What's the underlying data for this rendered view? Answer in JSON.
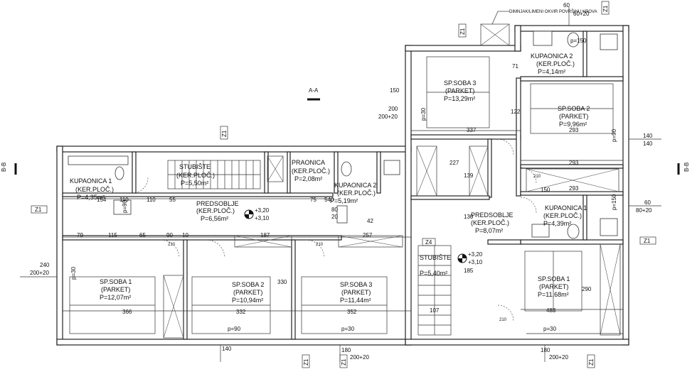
{
  "rooms": {
    "kupaonica1_left": {
      "name": "KUPAONICA 1",
      "finish": "(KER.PLOČ.)",
      "area": "P=4,35m²"
    },
    "stubiste_top": {
      "name": "STUBIŠTE",
      "finish": "(KER.PLOČ.)",
      "area": "P=5,50m²"
    },
    "praonica": {
      "name": "PRAONICA",
      "finish": "(KER.PLOČ.)",
      "area": "P=2,08m²"
    },
    "kupaonica2_mid": {
      "name": "KUPAONICA 2",
      "finish": "(KER.PLOČ.)",
      "area": "P=5,19m²"
    },
    "predsoblje_left": {
      "name": "PREDSOBLJE",
      "finish": "(KER.PLOČ.)",
      "area": "P=6,56m²"
    },
    "soba3_top": {
      "name": "SP.SOBA 3",
      "finish": "(PARKET)",
      "area": "P=13,29m²"
    },
    "kupaonica2_top": {
      "name": "KUPAONICA 2",
      "finish": "(KER.PLOČ.)",
      "area": "P=4,14m²"
    },
    "soba2_right": {
      "name": "SP.SOBA 2",
      "finish": "(PARKET)",
      "area": "P=9,96m²"
    },
    "predsoblje_right": {
      "name": "PREDSOBLJE",
      "finish": "(KER.PLOČ.)",
      "area": "P=8,07m²"
    },
    "kupaonica1_right": {
      "name": "KUPAONICA 1",
      "finish": "(KER.PLOČ.)",
      "area": "P=4,39m²"
    },
    "stubiste_bottom": {
      "name": "STUBIŠTE",
      "area": "P=5,40m²"
    },
    "soba1_left": {
      "name": "SP.SOBA 1",
      "finish": "(PARKET)",
      "area": "P=12,07m²"
    },
    "soba2_bottom": {
      "name": "SP.SOBA 2",
      "finish": "(PARKET)",
      "area": "P=10,94m²"
    },
    "soba3_bottom": {
      "name": "SP.SOBA 3",
      "finish": "(PARKET)",
      "area": "P=11,44m²"
    },
    "soba1_right": {
      "name": "SP.SOBA 1",
      "finish": "(PARKET)",
      "area": "P=11,68m²"
    }
  },
  "levels": {
    "left_upper": "+3,20",
    "left_lower": "+3,10",
    "right_upper": "+3,20",
    "right_lower": "+3,10"
  },
  "section_marks": {
    "aa": "A-A",
    "bb_left": "B-B",
    "bb_right": "B-B"
  },
  "window_tags": {
    "z1_left": "Z1",
    "z1_right": "Z1",
    "z1_top_a": "Z1",
    "z1_top_b": "Z1",
    "z1_mid": "Z1",
    "z1_bottom_a": "Z1",
    "z1_bottom_b": "Z1",
    "z1_bottom_c": "Z1",
    "z4": "Z4"
  },
  "dimensions": {
    "d79": "79",
    "d115": "115",
    "d65": "65",
    "d90a": "90",
    "d10a": "10",
    "d187": "187",
    "d257": "257",
    "d110a": "110",
    "d110b": "110",
    "d55": "55",
    "d75a": "75",
    "d540": "540",
    "d154": "154",
    "d366": "366",
    "d332": "332",
    "d352": "352",
    "d483": "483",
    "d337": "337",
    "d227": "227",
    "d293a": "293",
    "d293b": "293",
    "d293c": "293",
    "d139": "139",
    "d130": "130",
    "d185": "185",
    "d107": "107",
    "d200": "200",
    "d200_20a": "200+20",
    "d240": "240",
    "d200_20b": "200+20",
    "d140a": "140",
    "d140b": "140",
    "d60a": "60",
    "d80_20a": "80+20",
    "d60b": "60",
    "d60_20": "60+20",
    "d150a": "150",
    "d150b": "150",
    "d140c": "140",
    "d180a": "180",
    "d200_20c": "200+20",
    "d180b": "180",
    "d200_20d": "200+20",
    "d330": "330",
    "d290": "290",
    "d210a": "210",
    "d210b": "210",
    "d210c": "210",
    "d210d": "210",
    "d71": "71",
    "d122": "122",
    "d42": "42",
    "d80": "80",
    "d20": "20"
  },
  "parapets": {
    "p30a": "p=30",
    "p30b": "p=30",
    "p30c": "p=30",
    "p30d": "p=30",
    "p90a": "p=90",
    "p90b": "p=90",
    "p90c": "p=90",
    "p150a": "p=150",
    "p150b": "p=150"
  },
  "notes": {
    "chimney": "DIMNJAK/LIMENI OKVIR POVRŠINU KROVA"
  }
}
